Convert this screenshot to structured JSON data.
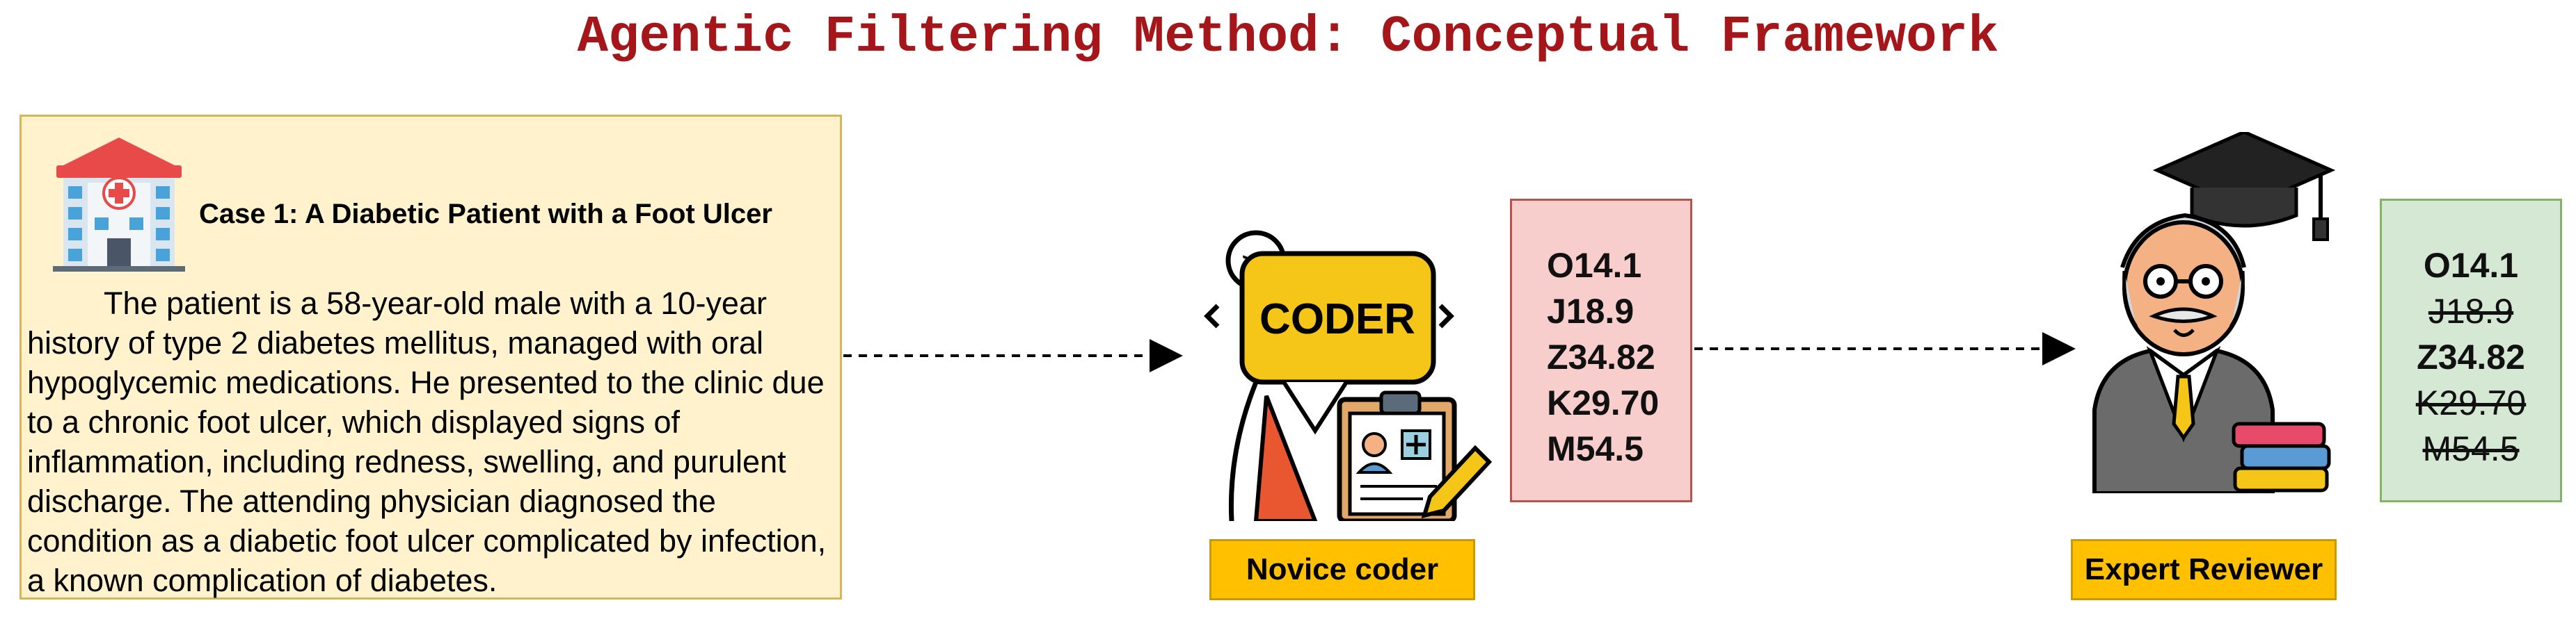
{
  "title": "Agentic Filtering Method: Conceptual Framework",
  "case": {
    "title": "Case 1: A Diabetic Patient with a Foot Ulcer",
    "body": "The patient is a 58-year-old male with a 10-year history of type 2 diabetes mellitus, managed with oral hypoglycemic medications. He presented to the clinic due to a chronic foot ulcer, which displayed signs of inflammation, including redness, swelling, and purulent discharge. The attending physician diagnosed the condition as a diabetic foot ulcer complicated by infection, a known complication of diabetes.",
    "icon": "hospital-icon"
  },
  "novice": {
    "label": "Novice coder",
    "icon_text": "CODER",
    "icon": "coder-icon",
    "codes": [
      "O14.1",
      "J18.9",
      "Z34.82",
      "K29.70",
      "M54.5"
    ]
  },
  "expert": {
    "label": "Expert Reviewer",
    "icon": "professor-icon",
    "codes": [
      {
        "code": "O14.1",
        "struck": false
      },
      {
        "code": "J18.9",
        "struck": true
      },
      {
        "code": "Z34.82",
        "struck": false
      },
      {
        "code": "K29.70",
        "struck": true
      },
      {
        "code": "M54.5",
        "struck": true
      }
    ]
  },
  "colors": {
    "title": "#a5161b",
    "case_fill": "#fff2cc",
    "case_border": "#d6b656",
    "novice_codes_fill": "#f8cecc",
    "expert_codes_fill": "#d5e8d4",
    "label_fill": "#ffc000"
  }
}
